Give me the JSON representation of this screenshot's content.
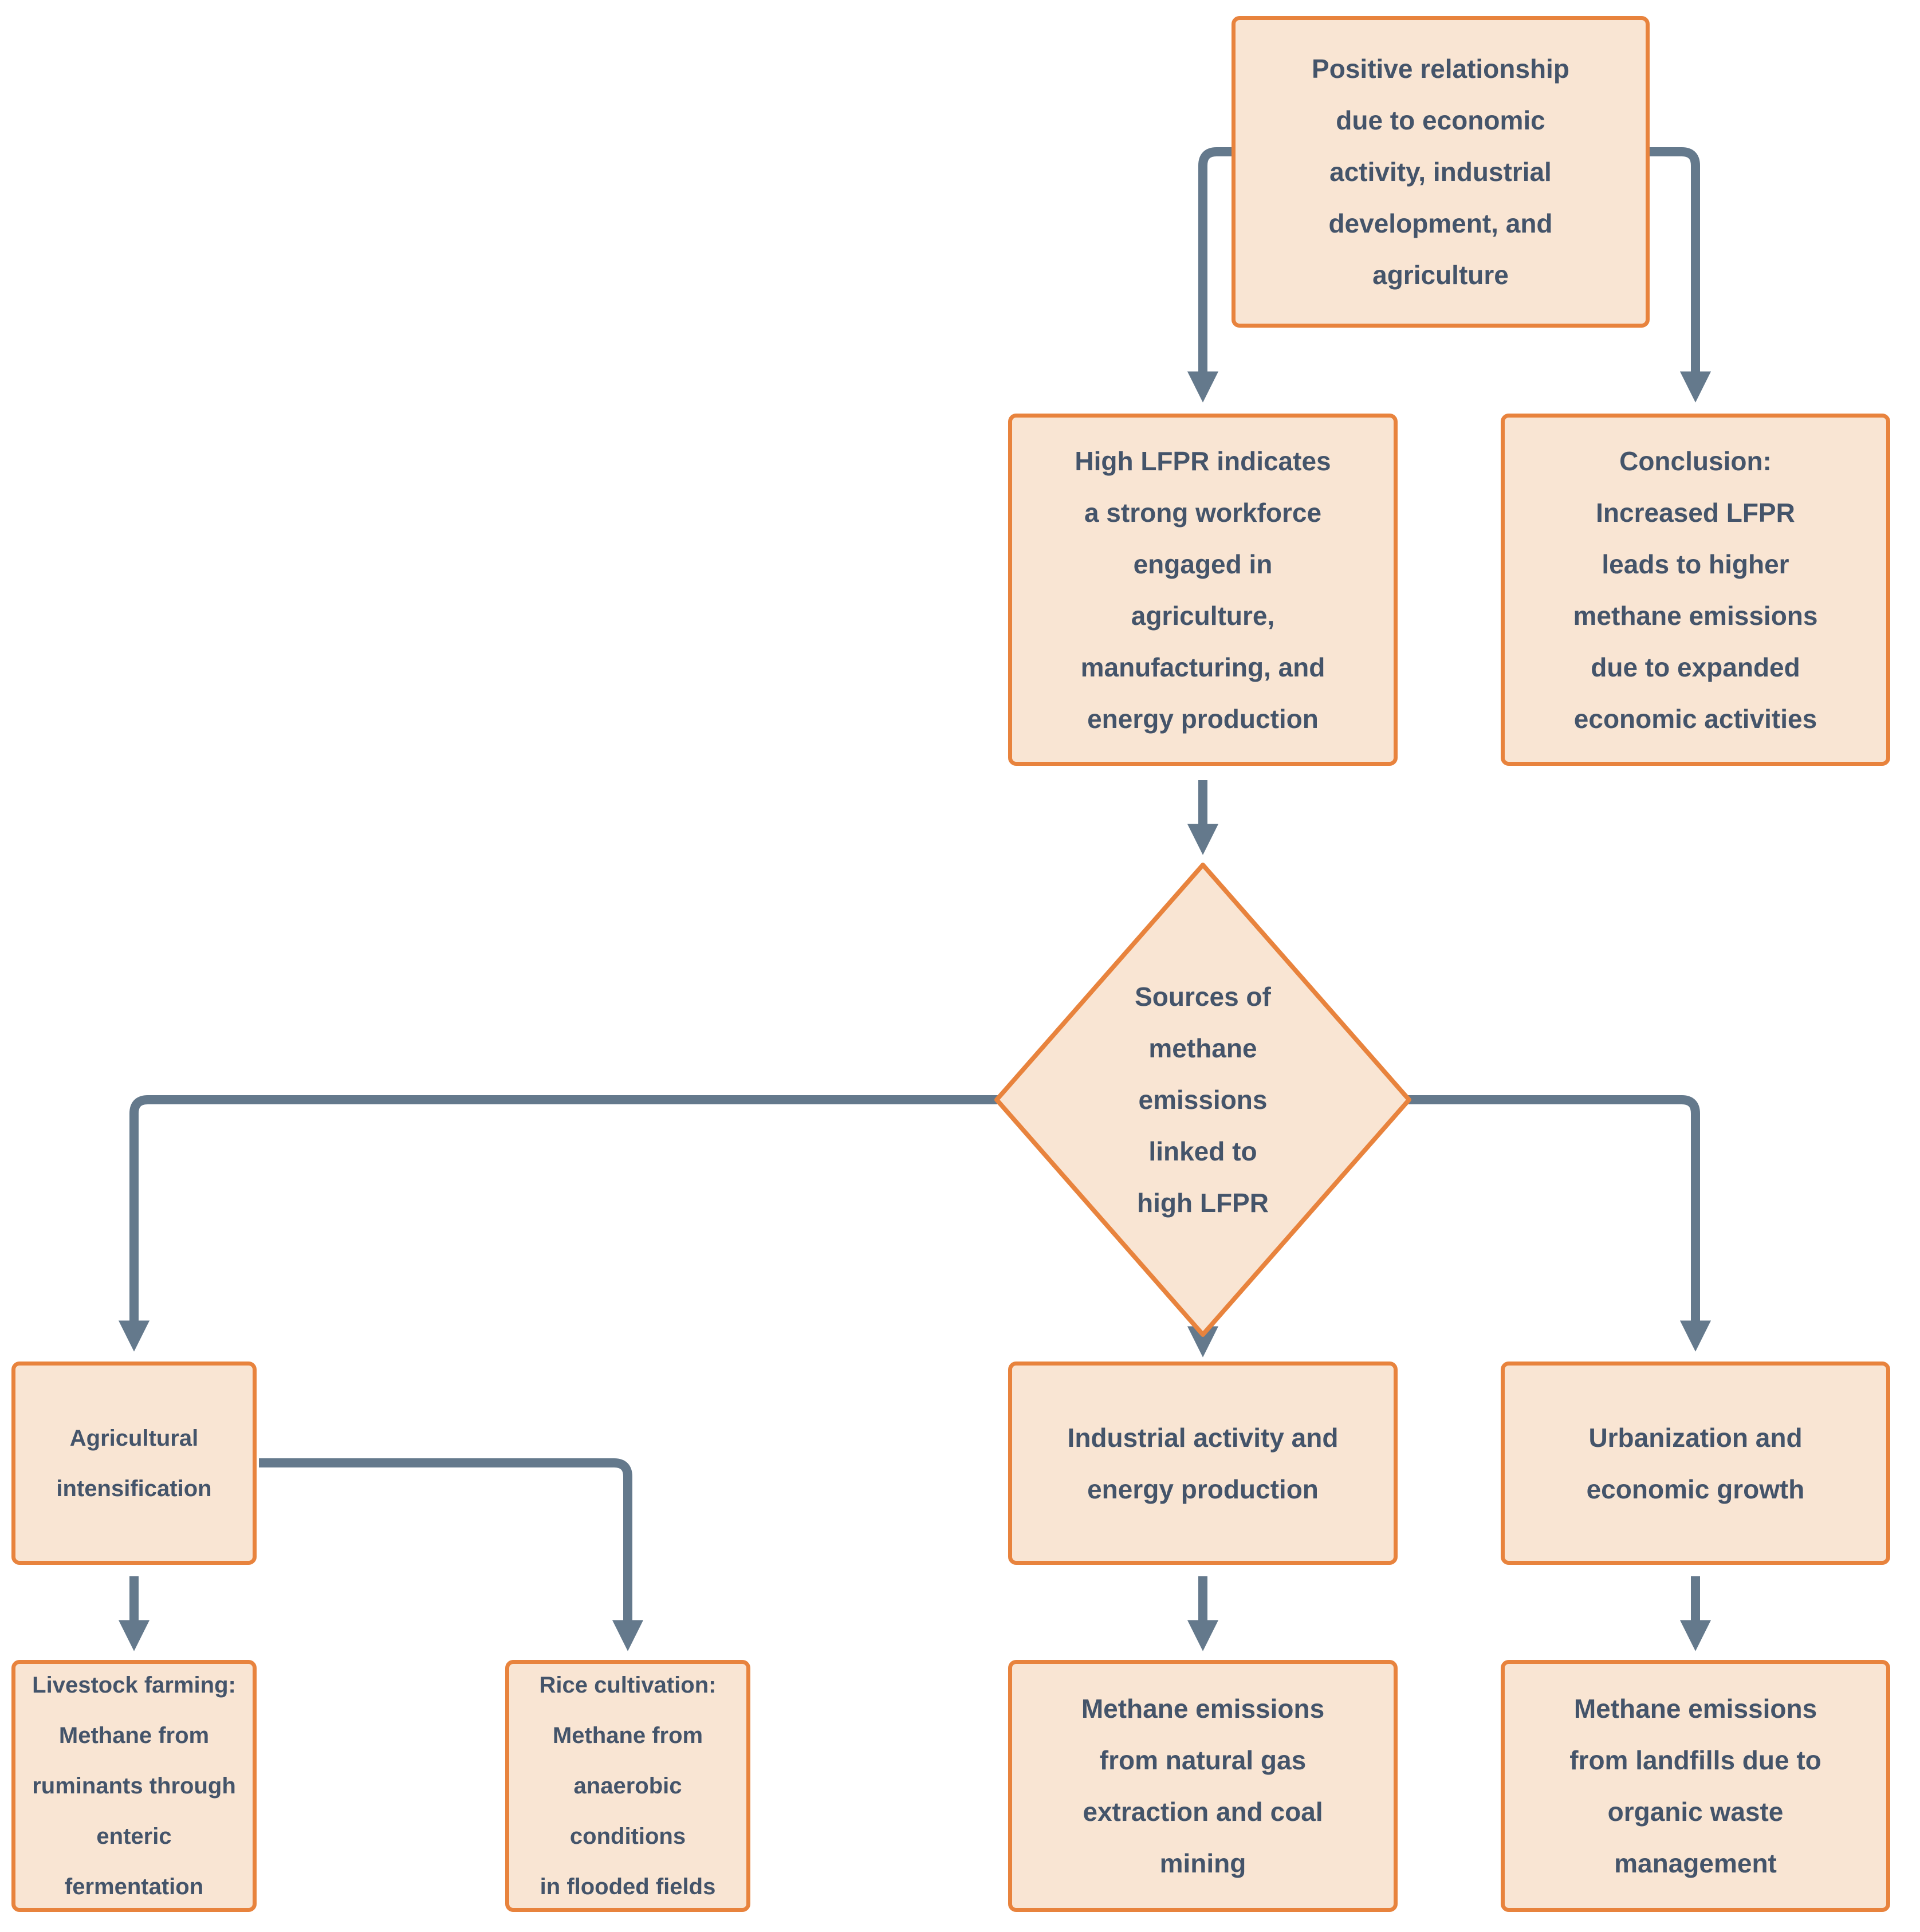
{
  "palette": {
    "node_fill": "#F9E5D3",
    "node_border": "#E8833D",
    "connector": "#64798C",
    "text": "#44546A",
    "background": "#FFFFFF"
  },
  "nodes": {
    "positive_relationship": {
      "shape": "rect",
      "lines": [
        "Positive relationship",
        "due to economic",
        "activity, industrial",
        "development, and",
        "agriculture"
      ]
    },
    "high_lfpr": {
      "shape": "rect",
      "lines": [
        "High LFPR indicates",
        "a strong workforce",
        "engaged in",
        "agriculture,",
        "manufacturing, and",
        "energy production"
      ]
    },
    "conclusion": {
      "shape": "rect",
      "lines": [
        "Conclusion:",
        "Increased LFPR",
        "leads to higher",
        "methane emissions",
        "due to expanded",
        "economic activities"
      ]
    },
    "sources_diamond": {
      "shape": "diamond",
      "lines": [
        "Sources of",
        "methane",
        "emissions",
        "linked to",
        "high LFPR"
      ]
    },
    "agricultural": {
      "shape": "rect",
      "lines": [
        "Agricultural",
        "intensification"
      ]
    },
    "industrial": {
      "shape": "rect",
      "lines": [
        "Industrial activity and",
        "energy production"
      ]
    },
    "urbanization": {
      "shape": "rect",
      "lines": [
        "Urbanization and",
        "economic growth"
      ]
    },
    "livestock": {
      "shape": "rect",
      "lines": [
        "Livestock farming:",
        "Methane from",
        "ruminants through",
        "enteric fermentation"
      ]
    },
    "rice": {
      "shape": "rect",
      "lines": [
        "Rice cultivation:",
        "Methane from",
        "anaerobic conditions",
        "in flooded fields"
      ]
    },
    "natural_gas": {
      "shape": "rect",
      "lines": [
        "Methane emissions",
        "from natural gas",
        "extraction and coal",
        "mining"
      ]
    },
    "landfills": {
      "shape": "rect",
      "lines": [
        "Methane emissions",
        "from landfills due to",
        "organic waste",
        "management"
      ]
    }
  },
  "edges": [
    {
      "from": "positive_relationship",
      "to": "high_lfpr"
    },
    {
      "from": "positive_relationship",
      "to": "conclusion"
    },
    {
      "from": "high_lfpr",
      "to": "sources_diamond"
    },
    {
      "from": "sources_diamond",
      "to": "agricultural"
    },
    {
      "from": "sources_diamond",
      "to": "industrial"
    },
    {
      "from": "sources_diamond",
      "to": "urbanization"
    },
    {
      "from": "agricultural",
      "to": "livestock"
    },
    {
      "from": "agricultural",
      "to": "rice"
    },
    {
      "from": "industrial",
      "to": "natural_gas"
    },
    {
      "from": "urbanization",
      "to": "landfills"
    }
  ]
}
